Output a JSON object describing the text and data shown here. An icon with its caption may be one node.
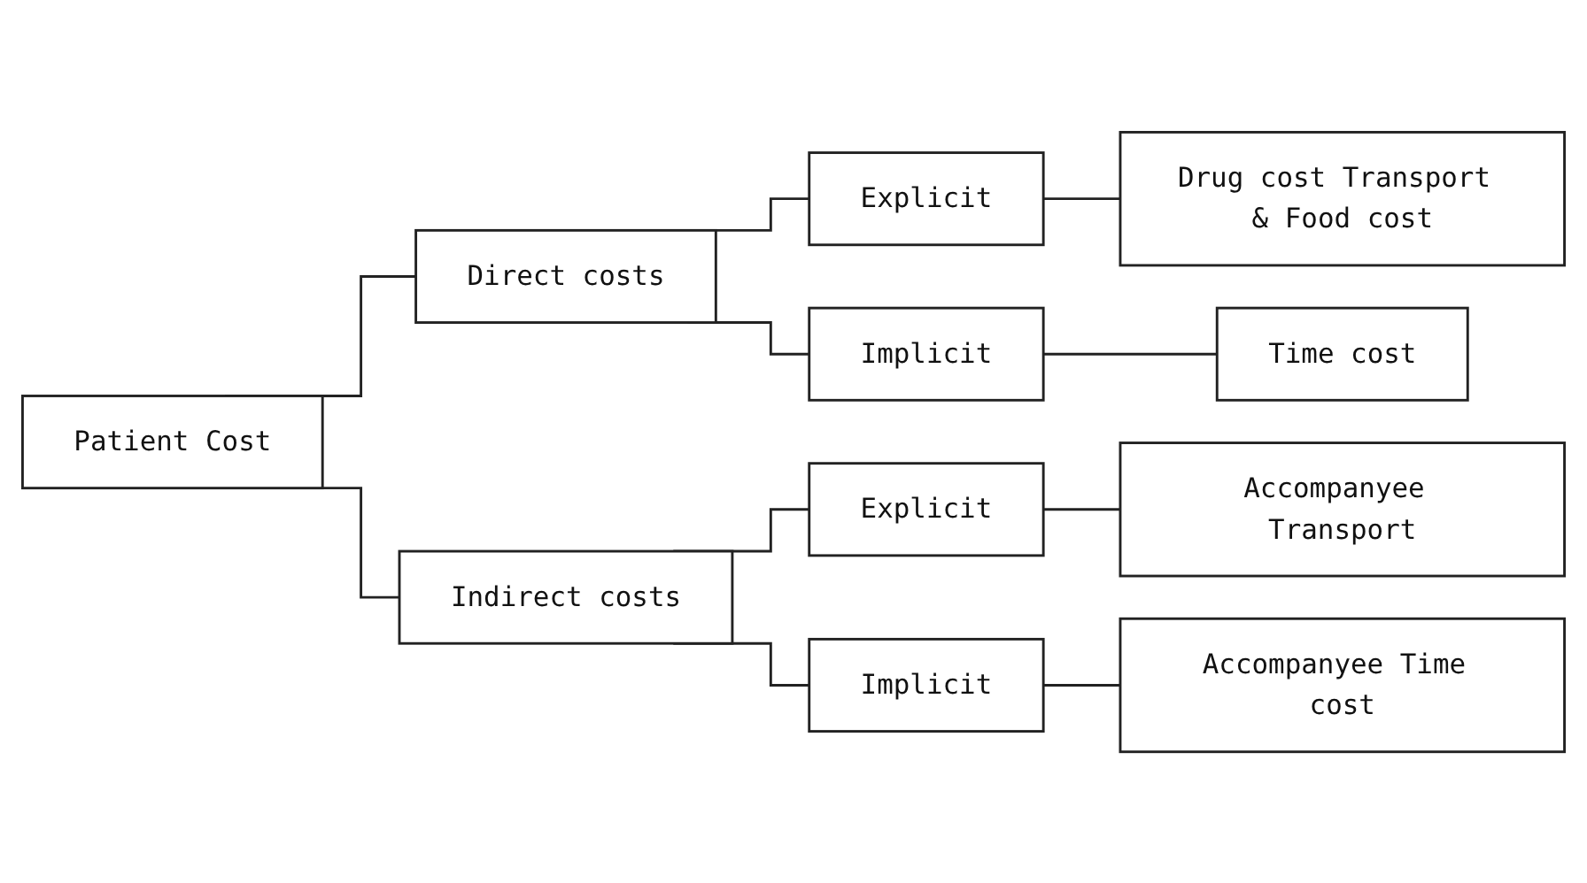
{
  "diagram": {
    "nodes": [
      {
        "text": [
          "Patient Cost"
        ]
      },
      {
        "text": [
          "Direct costs"
        ]
      },
      {
        "text": [
          "Indirect costs"
        ]
      },
      {
        "text": [
          "Explicit"
        ]
      },
      {
        "text": [
          "Implicit"
        ]
      },
      {
        "text": [
          "Explicit"
        ]
      },
      {
        "text": [
          "Implicit"
        ]
      },
      {
        "text": [
          "Drug cost Transport & Food cost"
        ]
      },
      {
        "text": [
          "Time cost"
        ]
      },
      {
        "text": [
          "Accompanyee Transport"
        ]
      },
      {
        "text": [
          "Accompanyee Time cost"
        ]
      }
    ],
    "edges": [
      {
        "from": 0,
        "to": 1,
        "arrow": "none"
      },
      {
        "from": 0,
        "to": 2,
        "arrow": "none"
      },
      {
        "from": 1,
        "to": 3,
        "arrow": "none"
      },
      {
        "from": 1,
        "to": 4,
        "arrow": "none"
      },
      {
        "from": 2,
        "to": 5,
        "arrow": "none"
      },
      {
        "from": 2,
        "to": 6,
        "arrow": "none"
      },
      {
        "from": 3,
        "to": 7,
        "arrow": "none"
      },
      {
        "from": 4,
        "to": 8,
        "arrow": "none"
      },
      {
        "from": 5,
        "to": 9,
        "arrow": "none"
      },
      {
        "from": 6,
        "to": 10,
        "arrow": "none"
      }
    ]
  }
}
